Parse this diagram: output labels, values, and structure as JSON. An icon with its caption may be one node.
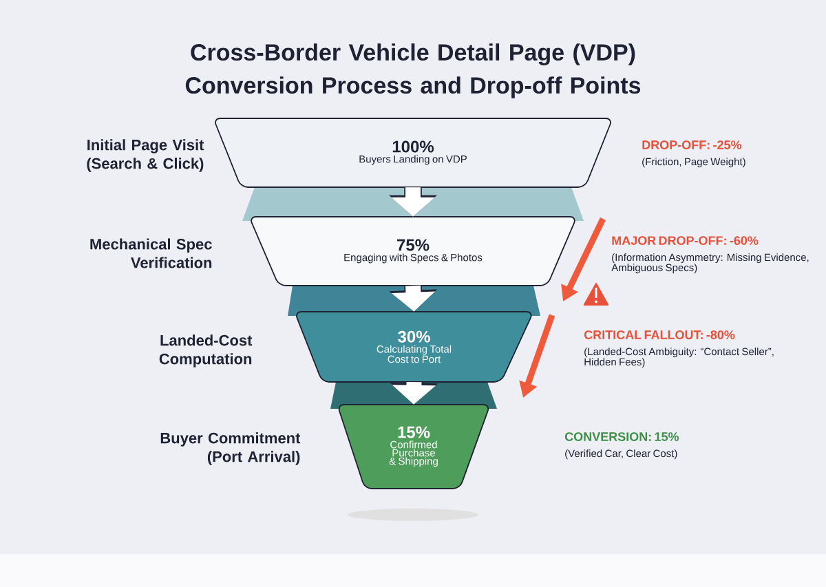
{
  "diagram": {
    "title": "Cross-Border Vehicle Detail Page (VDP) Conversion Process and Drop-off Points",
    "nodes": [
      {
        "text": [
          "100%",
          "Buyers Landing on VDP"
        ],
        "beside": [
          "Initial Page Visit (Search & Click)"
        ]
      },
      {
        "text": [
          "75%",
          "Engaging with Specs & Photos"
        ],
        "beside": [
          "Mechanical Spec Verification"
        ]
      },
      {
        "text": [
          "30%",
          "Calculating Total Cost to Port"
        ],
        "beside": [
          "Landed-Cost Computation"
        ]
      },
      {
        "text": [
          "15%",
          "Confirmed Purchase & Shipping"
        ],
        "beside": [
          "Buyer Commitment (Port Arrival)"
        ]
      }
    ],
    "edges": [
      {
        "from": 0,
        "to": 1,
        "arrow": "to"
      },
      {
        "from": 1,
        "to": 2,
        "arrow": "to"
      },
      {
        "from": 2,
        "to": 3,
        "arrow": "to"
      }
    ],
    "labels": [
      "DROP-OFF: -25%",
      "(Friction, Page Weight)",
      "MAJOR DROP-OFF: -60%",
      "(Information Asymmetry: Missing Evidence, Ambiguous Specs)",
      "CRITICAL FALLOUT: -80%",
      "(Landed-Cost Ambiguity: “Contact Seller”, Hidden Fees)",
      "CONVERSION: 15%",
      "(Verified Car, Clear Cost)"
    ]
  }
}
